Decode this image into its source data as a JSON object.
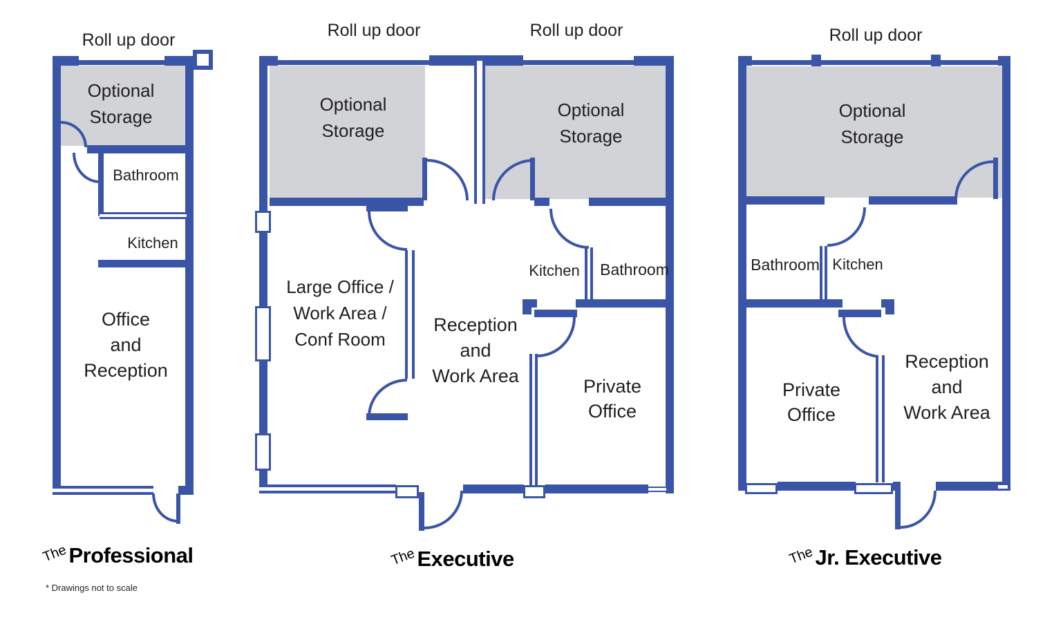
{
  "colors": {
    "wall": "#3a55a8",
    "storage_fill": "#d2d3d6",
    "text": "#1f1f1f"
  },
  "footnote": "* Drawings not to scale",
  "plans": {
    "professional": {
      "roll_up_door": "Roll up door",
      "storage": "Optional\nStorage",
      "bathroom": "Bathroom",
      "kitchen": "Kitchen",
      "office": "Office\nand\nReception",
      "title_prefix": "The",
      "title": "Professional"
    },
    "executive": {
      "roll_up_door_left": "Roll up door",
      "roll_up_door_right": "Roll up door",
      "storage_left": "Optional\nStorage",
      "storage_right": "Optional\nStorage",
      "large_office": "Large Office /\nWork Area /\nConf Room",
      "reception": "Reception\nand\nWork Area",
      "kitchen": "Kitchen",
      "bathroom": "Bathroom",
      "private_office": "Private\nOffice",
      "title_prefix": "The",
      "title": "Executive"
    },
    "jr_executive": {
      "roll_up_door": "Roll up door",
      "storage": "Optional\nStorage",
      "bathroom": "Bathroom",
      "kitchen": "Kitchen",
      "private_office": "Private\nOffice",
      "reception": "Reception\nand\nWork Area",
      "title_prefix": "The",
      "title": "Jr. Executive"
    }
  }
}
